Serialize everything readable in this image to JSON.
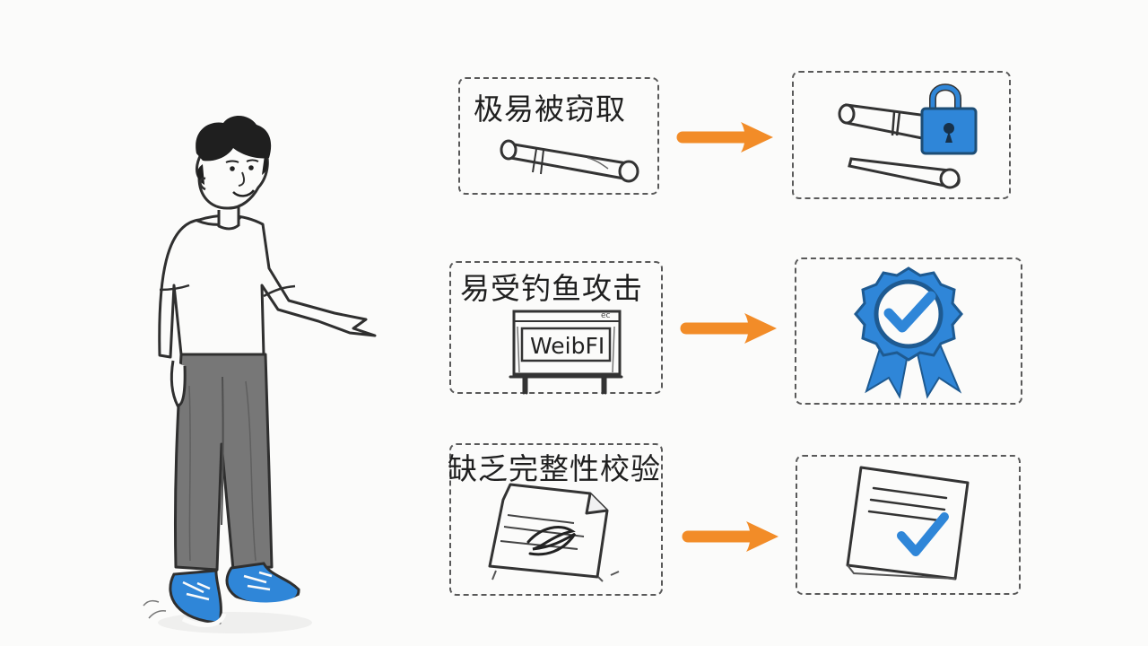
{
  "problems": [
    {
      "label": "极易被窃取",
      "icon": "scroll-icon"
    },
    {
      "label": "易受钓鱼攻击",
      "icon": "fake-website-sign-icon",
      "sign_text": "WeibFI",
      "sign_corner": "ec"
    },
    {
      "label": "缺乏完整性校验",
      "icon": "scribbled-document-icon"
    }
  ],
  "solutions": [
    {
      "icon": "locked-scroll-icon"
    },
    {
      "icon": "verified-badge-icon"
    },
    {
      "icon": "verified-document-icon"
    }
  ],
  "colors": {
    "arrow": "#f28c28",
    "accent": "#2f86d8",
    "ink": "#333333",
    "background": "#fbfbfa"
  },
  "icons": {
    "person": "person-pointing-icon",
    "arrow": "orange-arrow-icon"
  }
}
